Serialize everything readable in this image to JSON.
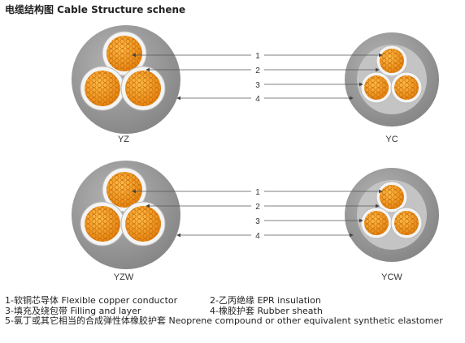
{
  "title": "电缆结构图 Cable Structure schene",
  "diagrams": [
    {
      "label": "YZ"
    },
    {
      "label": "YC"
    },
    {
      "label": "YZW"
    },
    {
      "label": "YCW"
    }
  ],
  "callouts": [
    "1",
    "2",
    "3",
    "4"
  ],
  "legend": [
    {
      "text": "1-软铜芯导体 Flexible copper conductor"
    },
    {
      "text": "2-乙丙绝缘 EPR insulation"
    },
    {
      "text": "3-填充及绕包带 Filling and layer"
    },
    {
      "text": "4-橡胶护套 Rubber sheath"
    },
    {
      "text": "5-氯丁或其它相当的合成弹性体橡胶护套 Neoprene compound or other equivalent synthetic elastomer"
    }
  ],
  "colors": {
    "sheath": "#9a9a9a",
    "sheath_dark": "#7e7e7e",
    "filler": "#c8c8c8",
    "insulation": "#e8e8e8",
    "conductor": "#f29a1f",
    "conductor_dark": "#c96c0a"
  }
}
